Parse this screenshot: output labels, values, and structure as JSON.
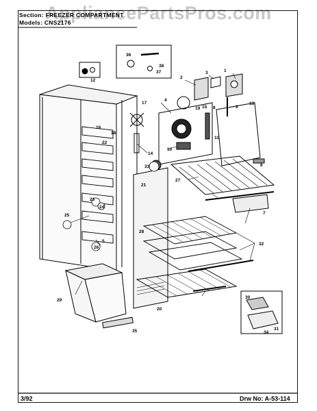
{
  "header": {
    "section_line": "Section: FREEZER COMPARTMENT",
    "models_line": "Models: CNS2176"
  },
  "watermark": "AppliancePartsPros.com",
  "footer": {
    "date": "3/92",
    "drawing_number": "Drw No: A-53-114"
  },
  "callouts": [
    "1",
    "2",
    "3",
    "4",
    "5",
    "6",
    "7",
    "8",
    "9",
    "10",
    "11",
    "12",
    "13",
    "14",
    "15",
    "16",
    "17",
    "18",
    "19",
    "20",
    "21",
    "22",
    "23",
    "24",
    "25",
    "26",
    "27",
    "28",
    "29",
    "30",
    "31",
    "32",
    "33",
    "34",
    "35",
    "36",
    "37",
    "38"
  ]
}
